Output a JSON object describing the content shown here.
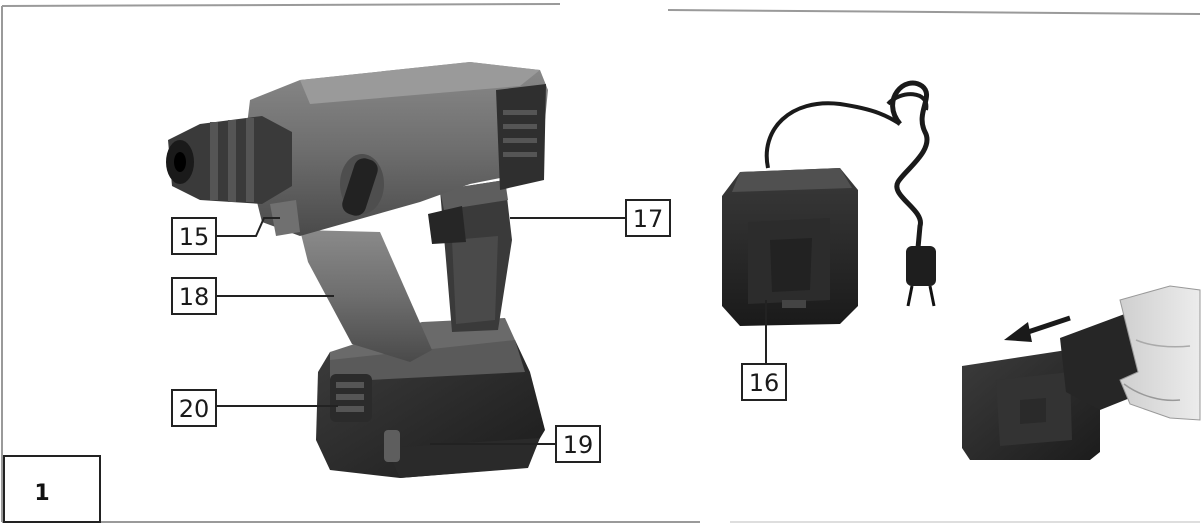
{
  "figure": {
    "number": "1"
  },
  "callouts": {
    "c15": "15",
    "c16": "16",
    "c17": "17",
    "c18": "18",
    "c19": "19",
    "c20": "20"
  }
}
